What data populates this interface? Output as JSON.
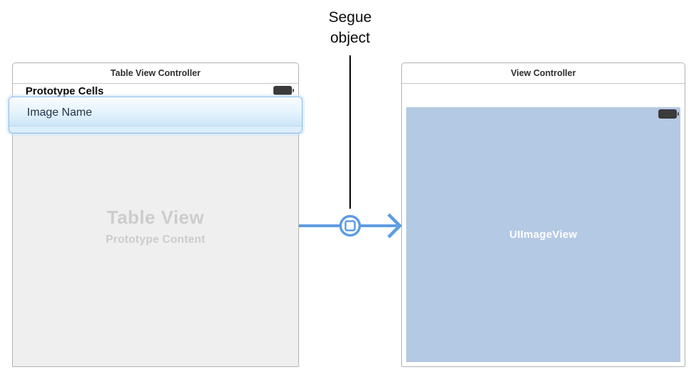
{
  "annotation": {
    "label_lines": [
      "Segue",
      "object"
    ]
  },
  "table_scene": {
    "title": "Table View Controller",
    "section_label": "Prototype Cells",
    "cell": {
      "label": "Image Name"
    },
    "placeholder": {
      "title": "Table View",
      "subtitle": "Prototype Content"
    }
  },
  "view_scene": {
    "title": "View Controller",
    "image_view_label": "UIImageView"
  },
  "icons": {
    "battery": "battery-icon",
    "segue": "segue-object-icon"
  },
  "colors": {
    "segue_blue": "#5e9ce2",
    "annotation_line": "#000000",
    "table_body": "#efefef",
    "image_view_fill": "#b4c9e3",
    "placeholder_text": "#cccccc",
    "cell_border": "#8ab9e9",
    "panel_border": "#b2b2b2",
    "battery": "#3b3b3b"
  }
}
